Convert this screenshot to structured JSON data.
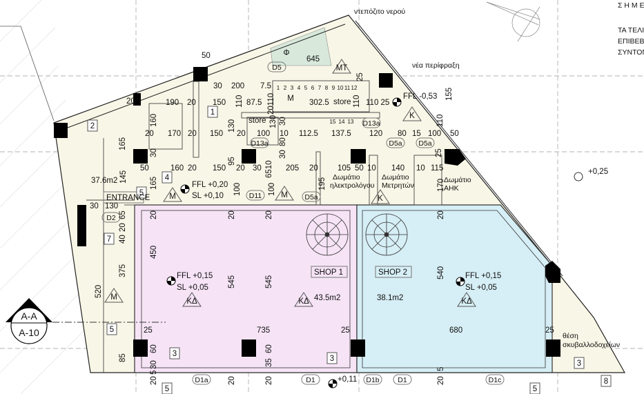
{
  "plan": {
    "colors": {
      "building": "#f8f6e6",
      "shop1": "#f6e4f6",
      "shop2": "#d6eef5",
      "wall": "#000000",
      "courtyard": "#d8e9dc"
    },
    "notes": {
      "header": "Σ Η Μ Ε",
      "line1": "ΤΑ ΤΕΛΙΚ",
      "line2": "ΕΠΙΒΕΒΑ",
      "line3": "ΣΥΝΤΟΝ"
    },
    "callouts": {
      "water_tank": "ντεπόζιτο νερού",
      "new_fence": "νέα περίφραξη"
    },
    "section_marker": {
      "top": "A-A",
      "bottom": "A-10"
    },
    "levels": {
      "hall_ffl": "FFL +0,20",
      "hall_sl": "SL +0,10",
      "shop1_ffl": "FFL +0,15",
      "shop1_sl": "SL +0,05",
      "shop2_ffl": "FFL +0,15",
      "shop2_sl": "SL +0,05",
      "stair_ffl": "FFL -0,53",
      "street": "+0,11",
      "outside": "+0,25"
    },
    "rooms": [
      "37.6m2",
      "ENTRANCE",
      "SHOP 1",
      "43.5m2",
      "SHOP 2",
      "38.1m2",
      "Δωμάτιο",
      "ηλεκτρολόγου",
      "Δωμάτιο",
      "Μετρητών",
      "Δωμάτιο",
      "ΑΗΚ",
      "θέση",
      "σκυβαλλοδοχείων",
      "store",
      "store",
      "645"
    ],
    "finishes": [
      "M",
      "M",
      "M",
      "MT",
      "K",
      "K",
      "ΚΔ",
      "ΚΔ",
      "ΚΔ",
      "M",
      "Φ"
    ],
    "doors": [
      "D5",
      "D13a",
      "D13a",
      "D5a",
      "D5a",
      "D11",
      "D5a",
      "D2",
      "D1a",
      "D1",
      "D1b",
      "D1",
      "D1c"
    ],
    "refs": [
      "1",
      "2",
      "4",
      "5",
      "7",
      "5",
      "3",
      "5",
      "3",
      "3",
      "8",
      "5"
    ],
    "stair_steps": [
      "1",
      "2",
      "3",
      "4",
      "5",
      "6",
      "7",
      "8",
      "9",
      "10",
      "11",
      "12",
      "15",
      "14",
      "13"
    ],
    "dims": [
      "50",
      "30",
      "200",
      "7.5",
      "20",
      "190",
      "20",
      "150",
      "110",
      "87.5",
      "20110",
      "302.5",
      "110 25",
      "25",
      "155",
      "110",
      "20",
      "170",
      "20",
      "150",
      "20",
      "100",
      "10",
      "112.5",
      "137.5",
      "120",
      "80",
      "15",
      "100",
      "50",
      "160",
      "165",
      "130",
      "130",
      "30",
      "80",
      "30",
      "110",
      "30",
      "95",
      "25",
      "50",
      "160",
      "20",
      "150",
      "20",
      "30",
      "6510",
      "205",
      "20",
      "105",
      "50",
      "10",
      "140",
      "10",
      "115",
      "145",
      "165",
      "100",
      "100",
      "195",
      "170",
      "30",
      "130",
      "65",
      "20",
      "40",
      "450",
      "375",
      "520",
      "20",
      "20",
      "20",
      "545",
      "545",
      "20",
      "540",
      "25",
      "735",
      "25",
      "680",
      "25",
      "60",
      "60",
      "85",
      "30",
      "5",
      "35",
      "20",
      "20",
      "20",
      "5",
      "20"
    ]
  }
}
